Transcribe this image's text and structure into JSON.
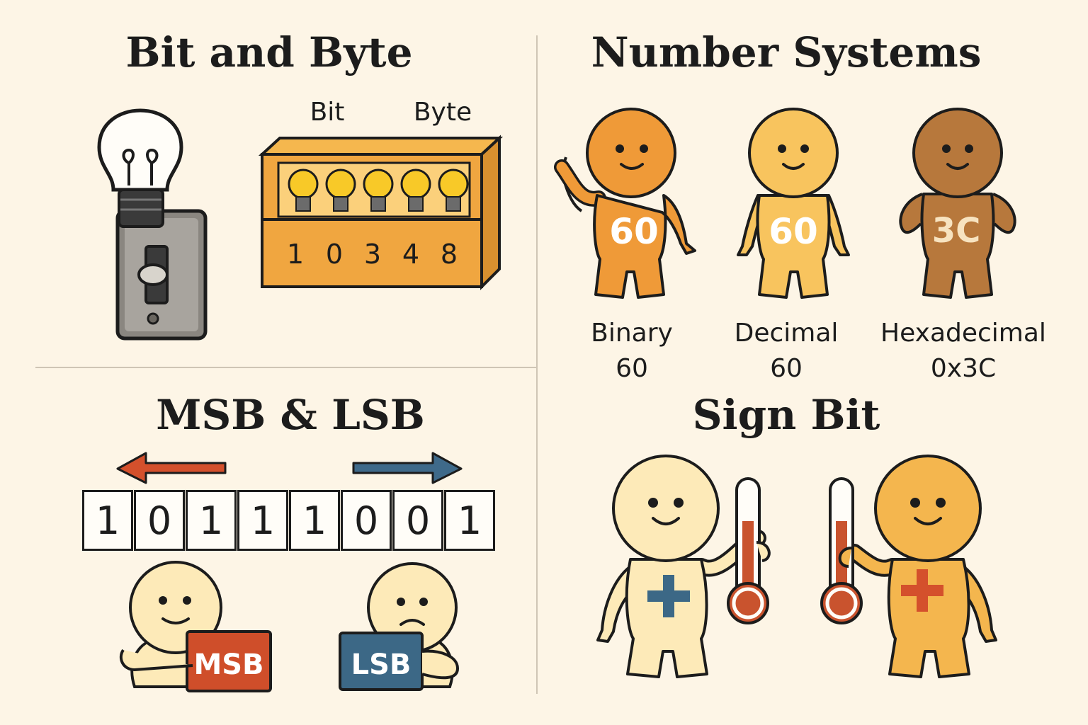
{
  "colors": {
    "background": "#fdf5e6",
    "outline": "#1c1c1c",
    "orange": "#ef9a38",
    "yellow": "#f8c45e",
    "brown": "#b7783c",
    "cream": "#fdeab8",
    "red": "#cf4e2a",
    "blue": "#3c6886"
  },
  "panels": {
    "bit_byte": {
      "title": "Bit and Byte",
      "label_bit": "Bit",
      "label_byte": "Byte",
      "digits": [
        "1",
        "0",
        "3",
        "4",
        "8"
      ]
    },
    "number_systems": {
      "title": "Number Systems",
      "characters": [
        {
          "body_text": "60",
          "name": "Binary",
          "value": "60",
          "color": "#ef9a38"
        },
        {
          "body_text": "60",
          "name": "Decimal",
          "value": "60",
          "color": "#f8c45e"
        },
        {
          "body_text": "3C",
          "name": "Hexadecimal",
          "value": "0x3C",
          "color": "#b7783c"
        }
      ]
    },
    "msb_lsb": {
      "title": "MSB & LSB",
      "bits": [
        "1",
        "0",
        "1",
        "1",
        "1",
        "0",
        "0",
        "1"
      ],
      "msb_sign": "MSB",
      "lsb_sign": "LSB"
    },
    "sign_bit": {
      "title": "Sign Bit"
    }
  }
}
